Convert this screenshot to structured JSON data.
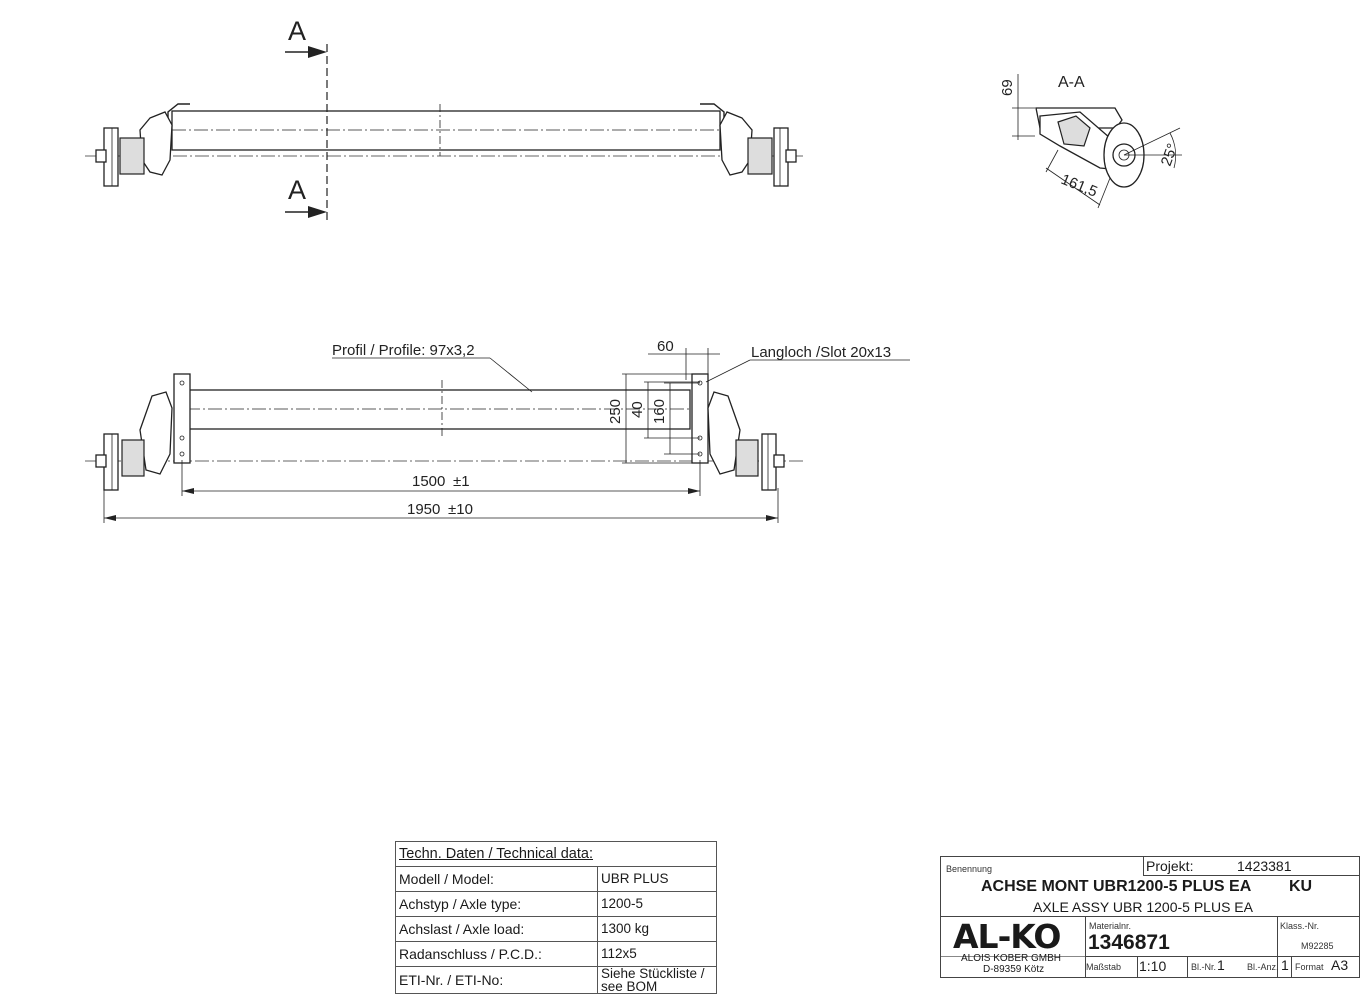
{
  "section_marks": {
    "top": "A",
    "bottom": "A"
  },
  "section_view": {
    "title": "A-A",
    "dim_height": "69",
    "dim_angle": "25°",
    "dim_length": "161,5"
  },
  "plan_view": {
    "profile_note": "Profil / Profile: 97x3,2",
    "slot_note": "Langloch /Slot 20x13",
    "dim_60": "60",
    "dim_250": "250",
    "dim_40": "40",
    "dim_160": "160",
    "dim_1500": "1500",
    "dim_1500_tol": "±1",
    "dim_1950": "1950",
    "dim_1950_tol": "±10"
  },
  "tech_data": {
    "header": "Techn. Daten / Technical data:",
    "rows": [
      {
        "label": "Modell / Model:",
        "value": "UBR PLUS"
      },
      {
        "label": "Achstyp / Axle type:",
        "value": "1200-5"
      },
      {
        "label": "Achslast / Axle load:",
        "value": "1300 kg"
      },
      {
        "label": "Radanschluss / P.C.D.:",
        "value": "112x5"
      },
      {
        "label": "ETI-Nr. / ETI-No:",
        "value": "Siehe Stückliste / see BOM"
      }
    ]
  },
  "title_block": {
    "benennung_label": "Benennung",
    "projekt_label": "Projekt:",
    "projekt_value": "1423381",
    "title_de": "ACHSE MONT UBR1200-5 PLUS EA",
    "title_suffix": "KU",
    "title_en": "AXLE ASSY UBR 1200-5 PLUS EA",
    "logo_text": "AL-KO",
    "company": "ALOIS KOBER GMBH",
    "address": "D-89359 Kötz",
    "materialnr_label": "Materialnr.",
    "materialnr_value": "1346871",
    "klass_label": "Klass.-Nr.",
    "klass_value": "M92285",
    "massstab_label": "Maßstab",
    "massstab_value": "1:10",
    "bl_nr_label": "Bl.-Nr.",
    "bl_nr_value": "1",
    "bl_anz_label": "Bl.-Anz.",
    "bl_anz_value": "1",
    "format_label": "Format",
    "format_value": "A3"
  }
}
